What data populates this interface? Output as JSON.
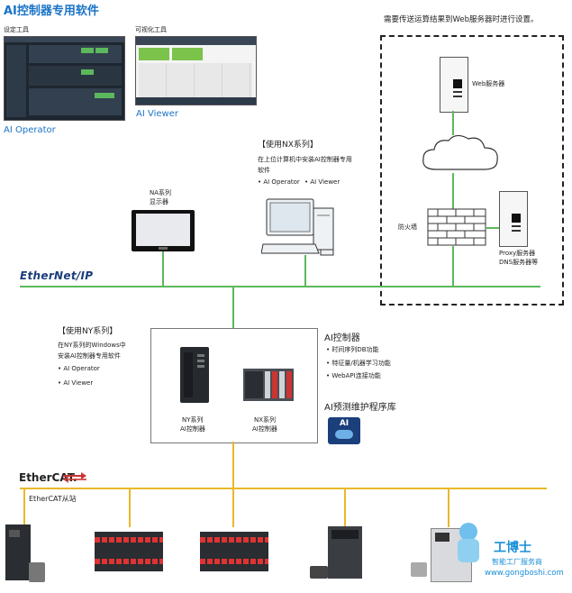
{
  "header": {
    "title": "AI控制器专用软件"
  },
  "tools": {
    "setting_label": "设定工具",
    "visual_label": "可视化工具",
    "ai_operator": "AI Operator",
    "ai_viewer": "AI Viewer"
  },
  "server_note": "需要传送运算结果到Web服务器时进行设置。",
  "web_server_label": "Web服务器",
  "firewall_label": "防火墙",
  "proxy_label": {
    "line1": "Proxy服务器",
    "line2": "DNS服务器等"
  },
  "nx_case": {
    "heading": "【使用NX系列】",
    "desc_line1": "在上位计算机中安装AI控制器专用",
    "desc_line2": "软件",
    "items": [
      "• AI Operator",
      "• AI Viewer"
    ]
  },
  "na_label": {
    "line1": "NA系列",
    "line2": "显示器"
  },
  "ethernet_ip": "EtherNet/IP",
  "ny_case": {
    "heading": "【使用NY系列】",
    "desc_line1": "在NY系列的Windows中",
    "desc_line2": "安装AI控制器专用软件",
    "items": [
      "• AI Operator",
      "• AI Viewer"
    ]
  },
  "controllers": {
    "ny_line1": "NY系列",
    "ny_line2": "AI控制器",
    "nx_line1": "NX系列",
    "nx_line2": "AI控制器"
  },
  "ai_controller": {
    "heading": "AI控制器",
    "items": [
      "• 时间序列DB功能",
      "• 特征量/机器学习功能",
      "• WebAPI连接功能"
    ]
  },
  "ai_library": {
    "heading": "AI预测维护程序库",
    "badge": "AI"
  },
  "ethercat": "EtherCAT.",
  "ethercat_slave": "EtherCAT从站",
  "watermark": {
    "brand": "工博士",
    "sub": "智能工厂服务商",
    "url": "www.gongboshi.com"
  },
  "colors": {
    "ethernet": "#5cb85c",
    "ethercat": "#e9b82a",
    "accent": "#1a73c7"
  }
}
